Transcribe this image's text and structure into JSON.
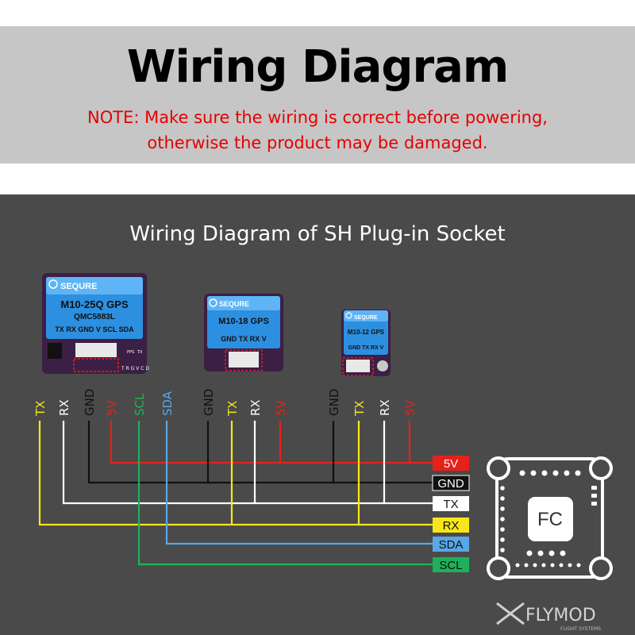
{
  "header": {
    "title": "Wiring Diagram",
    "note_line1": "NOTE: Make sure the wiring is correct before powering,",
    "note_line2": "otherwise the product may be damaged."
  },
  "panel": {
    "title": "Wiring Diagram of SH Plug-in Socket"
  },
  "modules": [
    {
      "brand": "SEQURE",
      "model": "M10-25Q GPS",
      "sub": "QMC5883L",
      "pins": "TX RX GND V SCL SDA",
      "pcb_pps": "PPS",
      "pcb_tx": "TX",
      "pcb_pins": "T R G V C D"
    },
    {
      "brand": "SEQURE",
      "model": "M10-18 GPS",
      "pins": "GND TX RX V"
    },
    {
      "brand": "SEQURE",
      "model": "M10-12 GPS",
      "pins": "GND TX RX V"
    }
  ],
  "wire_labels": {
    "m25": [
      "TX",
      "RX",
      "GND",
      "5V",
      "SCL",
      "SDA"
    ],
    "m18": [
      "GND",
      "TX",
      "RX",
      "5V"
    ],
    "m12": [
      "GND",
      "TX",
      "RX",
      "5V"
    ]
  },
  "fc_pins": [
    "5V",
    "GND",
    "TX",
    "RX",
    "SDA",
    "SCL"
  ],
  "fc_label": "FC",
  "watermark": {
    "brand": "FLYMOD",
    "tagline": "FLIGHT SYSTEMS"
  },
  "colors": {
    "5V": "#e8201a",
    "GND": "#111111",
    "TX": "#ffffff",
    "RX": "#f7e619",
    "SDA": "#5aa6e6",
    "SCL": "#1db25a",
    "panel": "#4a4a4a",
    "note": "#e60000"
  }
}
